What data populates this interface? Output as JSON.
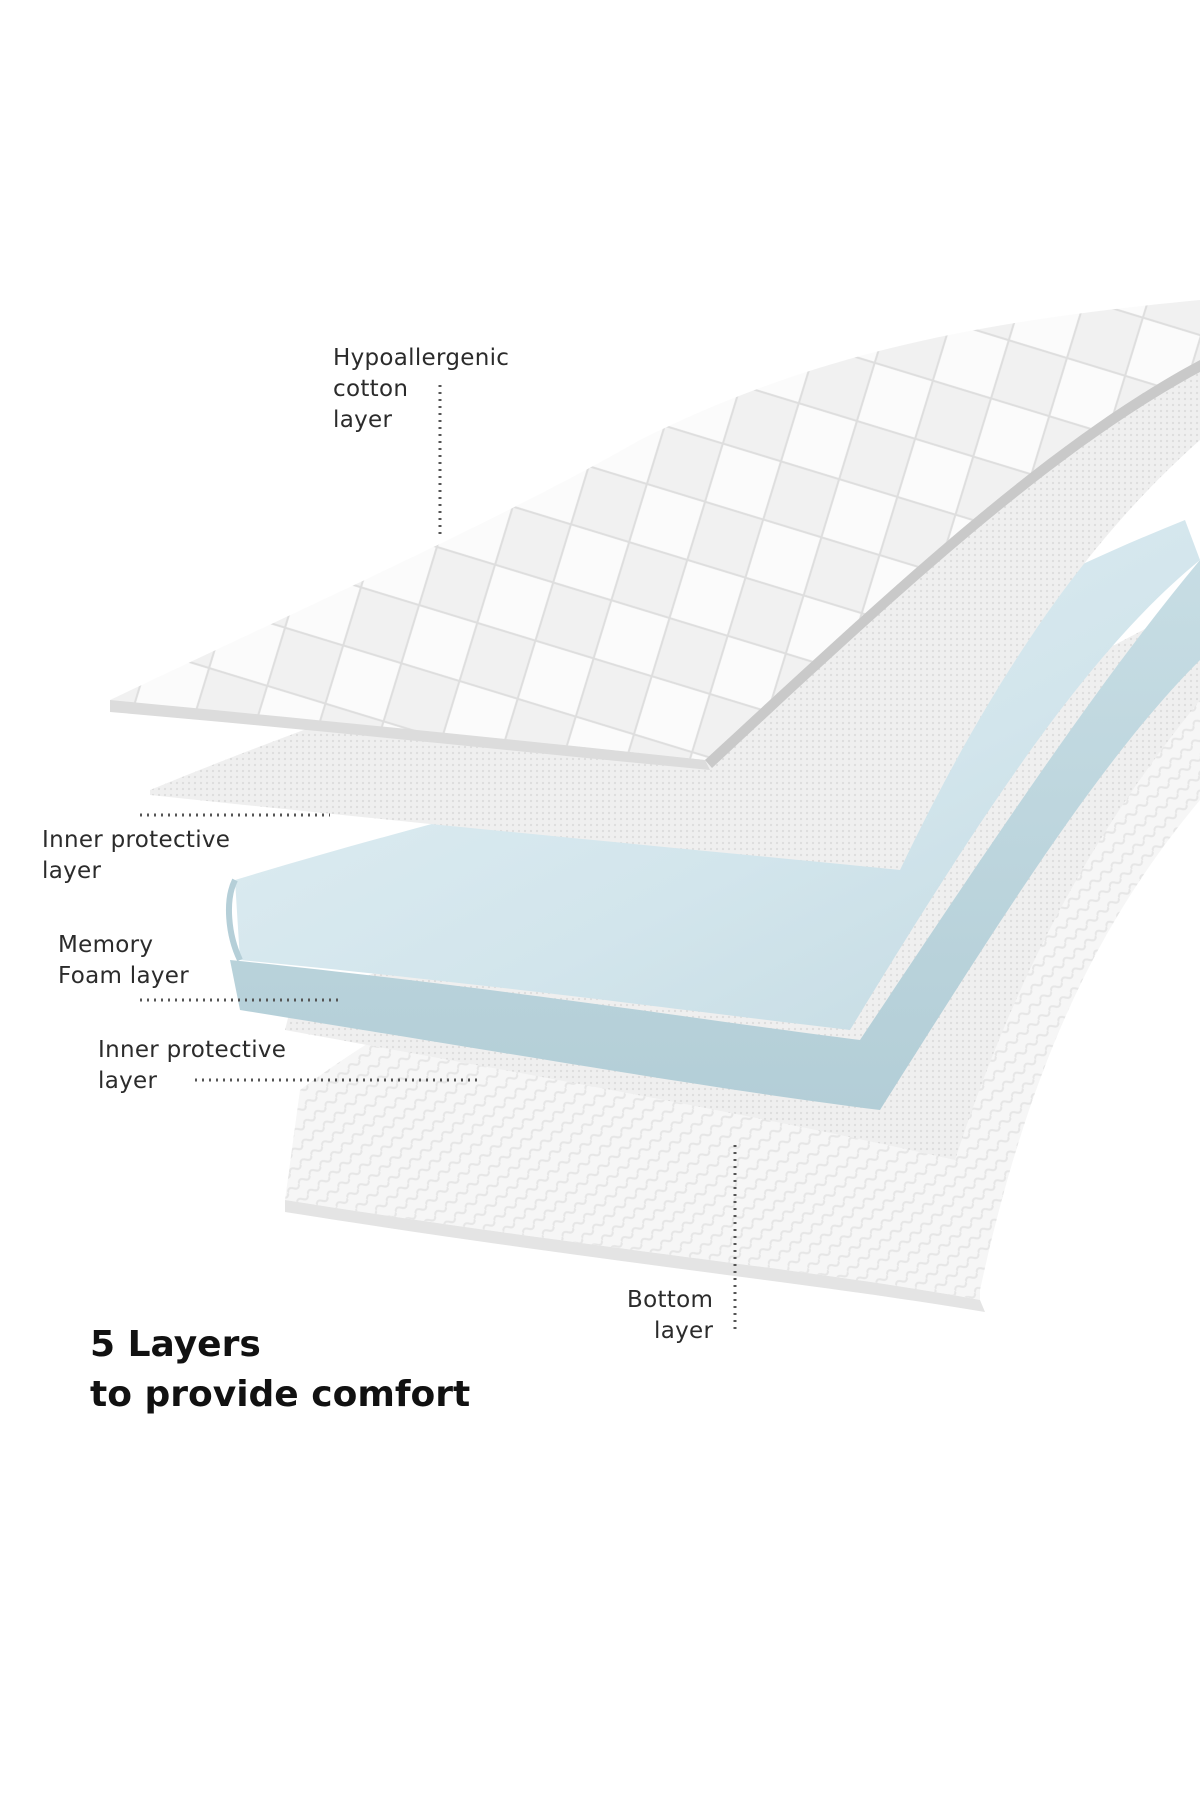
{
  "headline": {
    "line1": "5 Layers",
    "line2": "to provide comfort"
  },
  "layers": [
    {
      "id": "top",
      "line1": "Hypoallergenic",
      "line2": "cotton",
      "line3": "layer"
    },
    {
      "id": "inner1",
      "line1": "Inner protective",
      "line2": "layer"
    },
    {
      "id": "foam",
      "line1": "Memory",
      "line2": "Foam layer"
    },
    {
      "id": "inner2",
      "line1": "Inner protective",
      "line2": "layer"
    },
    {
      "id": "bottom",
      "line1": "Bottom",
      "line2": "layer"
    }
  ],
  "colors": {
    "text": "#2b2b2b",
    "headline": "#111111",
    "foam": "#cfe3ea",
    "foam_edge": "#b9d3dc",
    "fabric": "#f4f4f4",
    "fabric_edge": "#e2e2e2",
    "leader": "#555555"
  },
  "icons": [
    "quilted-pattern",
    "mesh-texture",
    "terry-texture"
  ]
}
